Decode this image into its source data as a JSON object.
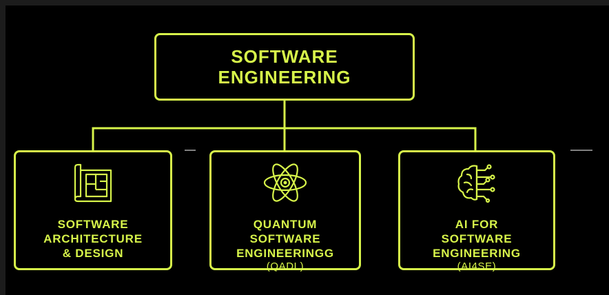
{
  "colors": {
    "accent": "#d7f44a",
    "background": "#000000"
  },
  "root": {
    "line1": "SOFTWARE",
    "line2": "ENGINEERING"
  },
  "children": [
    {
      "icon": "blueprint-icon",
      "lines": [
        "SOFTWARE",
        "ARCHITECTURE",
        "& DESIGN"
      ],
      "sub": ""
    },
    {
      "icon": "atom-icon",
      "lines": [
        "QUANTUM",
        "SOFTWARE",
        "ENGINEERINGG"
      ],
      "sub": "(QADL)"
    },
    {
      "icon": "brain-circuit-icon",
      "lines": [
        "AI FOR",
        "SOFTWARE",
        "ENGINEERING"
      ],
      "sub": "(AI4SE)"
    }
  ]
}
